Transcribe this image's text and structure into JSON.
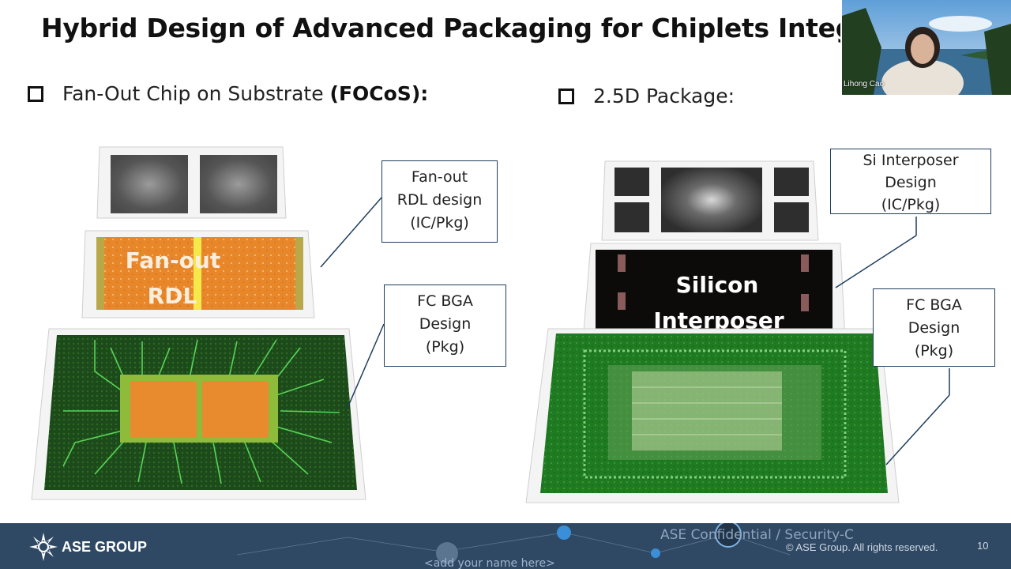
{
  "slide": {
    "title": "Hybrid Design of Advanced Packaging for Chiplets Integration",
    "page_number": "10"
  },
  "left_section": {
    "bullet_prefix": "Fan-Out Chip on Substrate ",
    "bullet_bold": "(FOCoS):",
    "rdl_label_line1": "Fan-out",
    "rdl_label_line2": "RDL",
    "callout_rdl": [
      "Fan-out",
      "RDL design",
      "(IC/Pkg)"
    ],
    "callout_bga": [
      "FC BGA",
      "Design",
      "(Pkg)"
    ]
  },
  "right_section": {
    "bullet_text": "2.5D Package:",
    "interposer_label_line1": "Silicon",
    "interposer_label_line2": "Interposer",
    "callout_interposer": [
      "Si Interposer",
      "Design",
      "(IC/Pkg)"
    ],
    "callout_bga": [
      "FC BGA",
      "Design",
      "(Pkg)"
    ]
  },
  "webcam": {
    "participant_name": "Lihong Cao"
  },
  "footer": {
    "logo_text": "ASE GROUP",
    "logo_icon": "sun-star-icon",
    "confidential": "ASE Confidential / Security-C",
    "copyright": "© ASE Group. All rights reserved.",
    "name_placeholder": "<add your name here>"
  },
  "colors": {
    "footer_bg": "#2f4863",
    "callout_border": "#1f3e5e",
    "rdl_orange": "#e8862a",
    "substrate_green": "#1f6b1f",
    "interposer_black": "#0d0a0a"
  }
}
